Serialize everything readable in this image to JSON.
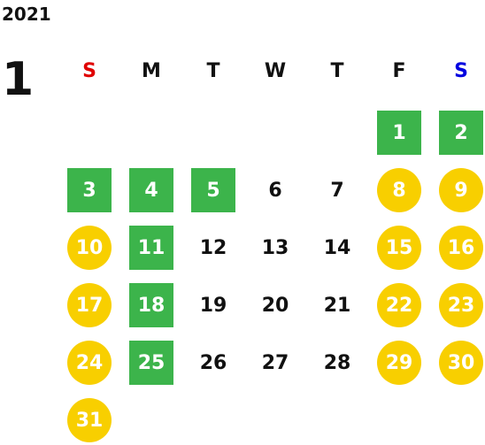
{
  "calendar": {
    "year": "2021",
    "month": "1",
    "weekdays": [
      "S",
      "M",
      "T",
      "W",
      "T",
      "F",
      "S"
    ],
    "weekday_colors": [
      "#e00000",
      "#111111",
      "#111111",
      "#111111",
      "#111111",
      "#111111",
      "#0000e0"
    ],
    "colors": {
      "green": "#3cb44b",
      "yellow": "#f8cf00"
    },
    "weeks": [
      [
        null,
        null,
        null,
        null,
        null,
        {
          "day": "1",
          "style": "green"
        },
        {
          "day": "2",
          "style": "green"
        }
      ],
      [
        {
          "day": "3",
          "style": "green"
        },
        {
          "day": "4",
          "style": "green"
        },
        {
          "day": "5",
          "style": "green"
        },
        {
          "day": "6",
          "style": "plain"
        },
        {
          "day": "7",
          "style": "plain"
        },
        {
          "day": "8",
          "style": "yellow"
        },
        {
          "day": "9",
          "style": "yellow"
        }
      ],
      [
        {
          "day": "10",
          "style": "yellow"
        },
        {
          "day": "11",
          "style": "green"
        },
        {
          "day": "12",
          "style": "plain"
        },
        {
          "day": "13",
          "style": "plain"
        },
        {
          "day": "14",
          "style": "plain"
        },
        {
          "day": "15",
          "style": "yellow"
        },
        {
          "day": "16",
          "style": "yellow"
        }
      ],
      [
        {
          "day": "17",
          "style": "yellow"
        },
        {
          "day": "18",
          "style": "green"
        },
        {
          "day": "19",
          "style": "plain"
        },
        {
          "day": "20",
          "style": "plain"
        },
        {
          "day": "21",
          "style": "plain"
        },
        {
          "day": "22",
          "style": "yellow"
        },
        {
          "day": "23",
          "style": "yellow"
        }
      ],
      [
        {
          "day": "24",
          "style": "yellow"
        },
        {
          "day": "25",
          "style": "green"
        },
        {
          "day": "26",
          "style": "plain"
        },
        {
          "day": "27",
          "style": "plain"
        },
        {
          "day": "28",
          "style": "plain"
        },
        {
          "day": "29",
          "style": "yellow"
        },
        {
          "day": "30",
          "style": "yellow"
        }
      ],
      [
        {
          "day": "31",
          "style": "yellow"
        },
        null,
        null,
        null,
        null,
        null,
        null
      ]
    ]
  }
}
